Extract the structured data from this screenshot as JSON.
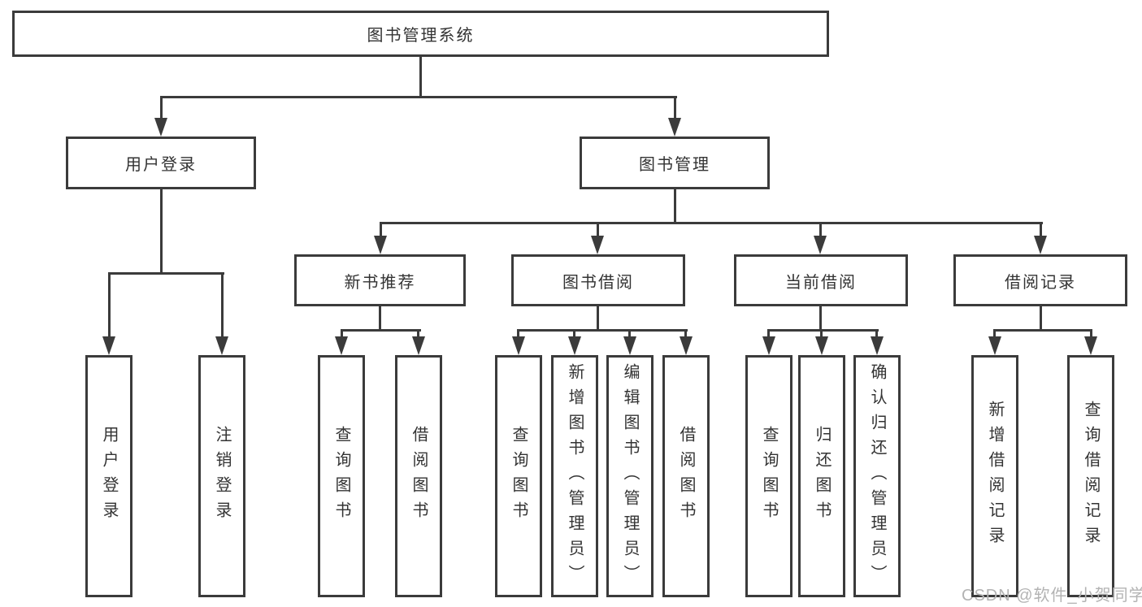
{
  "tree": {
    "root": {
      "label": "图书管理系统"
    },
    "login": {
      "label": "用户登录",
      "children": [
        {
          "label": "用户登录"
        },
        {
          "label": "注销登录"
        }
      ]
    },
    "mgmt": {
      "label": "图书管理",
      "groups": [
        {
          "label": "新书推荐",
          "children": [
            {
              "label": "查询图书"
            },
            {
              "label": "借阅图书"
            }
          ]
        },
        {
          "label": "图书借阅",
          "children": [
            {
              "label": "查询图书"
            },
            {
              "label": "新增图书（管理员）"
            },
            {
              "label": "编辑图书（管理员）"
            },
            {
              "label": "借阅图书"
            }
          ]
        },
        {
          "label": "当前借阅",
          "children": [
            {
              "label": "查询图书"
            },
            {
              "label": "归还图书"
            },
            {
              "label": "确认归还（管理员）"
            }
          ]
        },
        {
          "label": "借阅记录",
          "children": [
            {
              "label": "新增借阅记录"
            },
            {
              "label": "查询借阅记录"
            }
          ]
        }
      ]
    }
  },
  "watermark": {
    "text": "CSDN @软件_小贺同学"
  },
  "colors": {
    "line": "#3b3b3b",
    "text": "#333333",
    "bg": "#ffffff",
    "watermark": "#b3b3b3"
  }
}
